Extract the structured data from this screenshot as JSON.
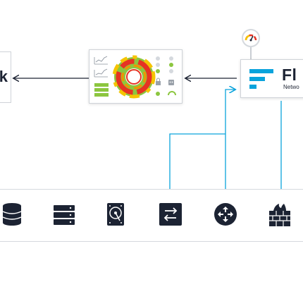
{
  "left_box": {
    "label": "k"
  },
  "flow_box": {
    "title": "Fl",
    "subtitle": "Netwo"
  },
  "colors": {
    "navy": "#1c2333",
    "blue": "#0aa3dc",
    "green": "#8cc63f",
    "red": "#e63323",
    "orange": "#f39200",
    "yellow": "#f5c400"
  },
  "devices": [
    {
      "name": "database-icon"
    },
    {
      "name": "server-icon"
    },
    {
      "name": "hard-drive-icon"
    },
    {
      "name": "switch-icon"
    },
    {
      "name": "router-icon"
    },
    {
      "name": "firewall-icon"
    }
  ]
}
